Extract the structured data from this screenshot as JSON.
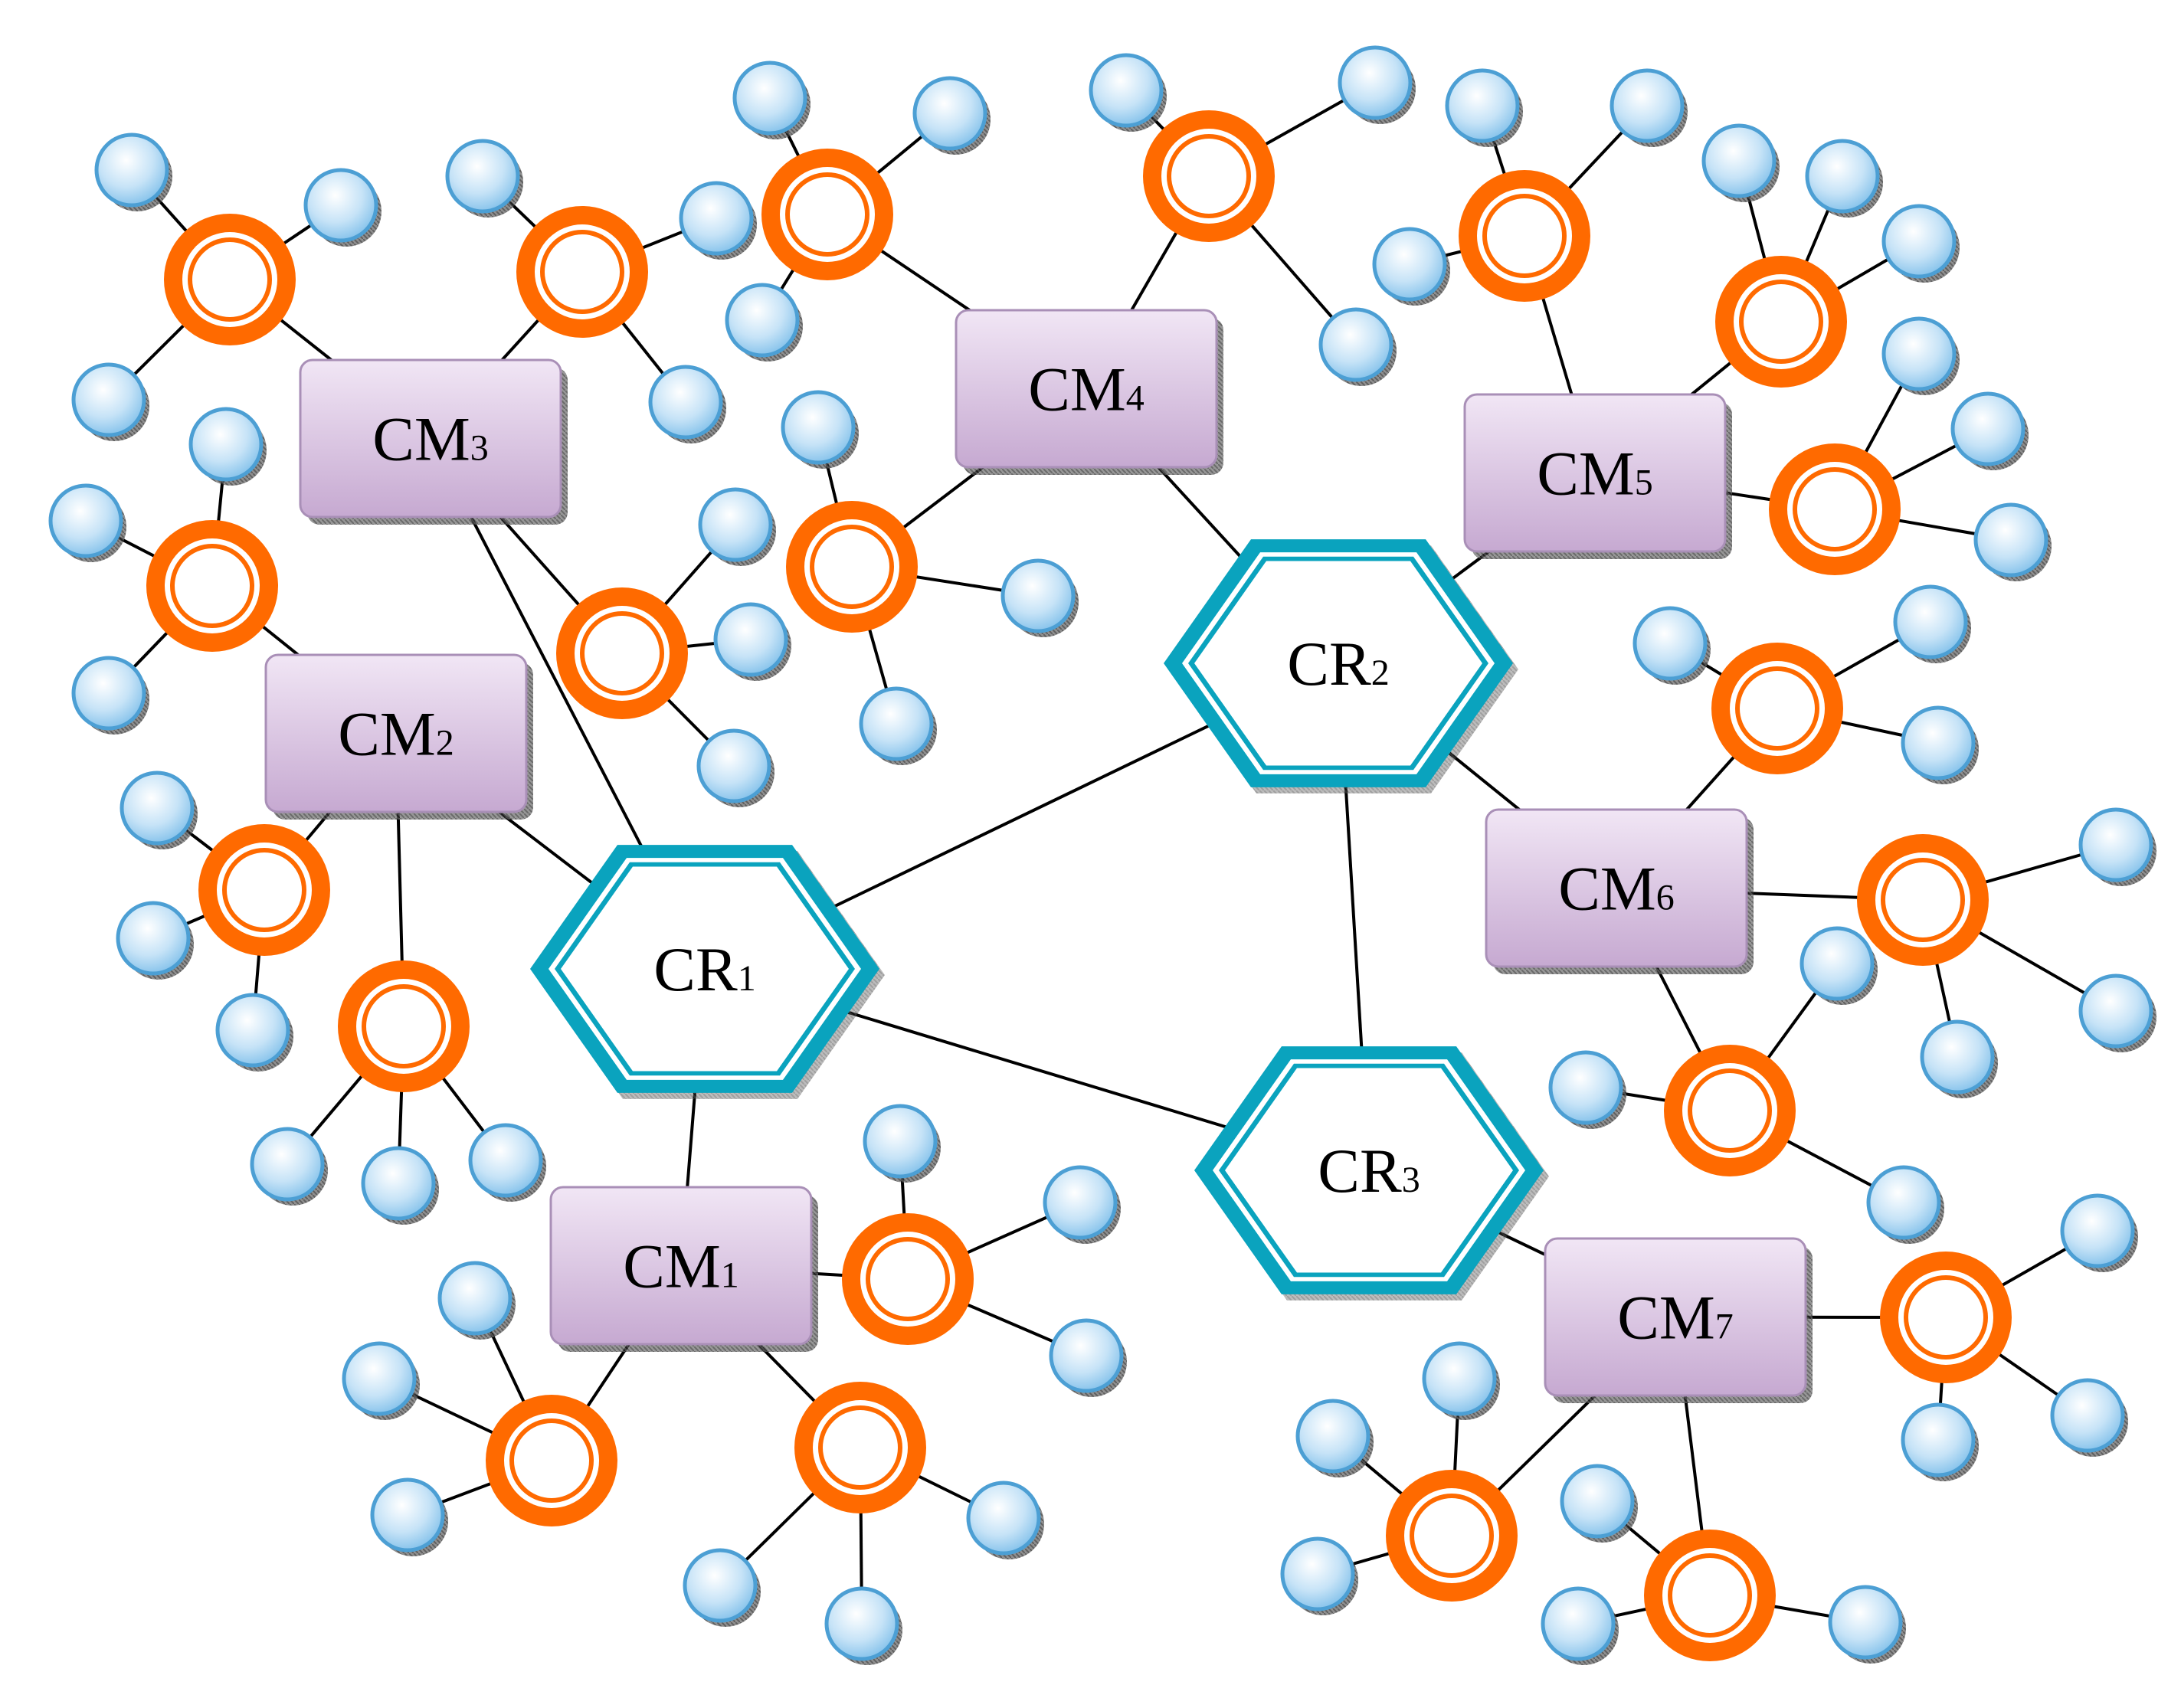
{
  "colors": {
    "router": "#0aa3be",
    "manager_fill_top": "#efe2f3",
    "manager_fill_bottom": "#c7abd2",
    "manager_border": "#a98fb7",
    "cluster_head": "#ff6a00",
    "device_fill": "#a9d5f2",
    "device_border": "#4c9fd4",
    "link": "#000000"
  },
  "icons": {
    "router": "hexagon-icon",
    "manager": "rounded-box-icon",
    "cluster_head": "ring-icon",
    "device": "sphere-icon"
  },
  "routers": [
    {
      "id": "CR1",
      "label": "CR",
      "sub": "1"
    },
    {
      "id": "CR2",
      "label": "CR",
      "sub": "2"
    },
    {
      "id": "CR3",
      "label": "CR",
      "sub": "3"
    }
  ],
  "managers": [
    {
      "id": "CM1",
      "label": "CM",
      "sub": "1",
      "router": "CR1"
    },
    {
      "id": "CM2",
      "label": "CM",
      "sub": "2",
      "router": "CR1"
    },
    {
      "id": "CM3",
      "label": "CM",
      "sub": "3",
      "router": "CR1"
    },
    {
      "id": "CM4",
      "label": "CM",
      "sub": "4",
      "router": "CR2"
    },
    {
      "id": "CM5",
      "label": "CM",
      "sub": "5",
      "router": "CR2"
    },
    {
      "id": "CM6",
      "label": "CM",
      "sub": "6",
      "router": "CR2"
    },
    {
      "id": "CM7",
      "label": "CM",
      "sub": "7",
      "router": "CR3"
    }
  ],
  "router_links": [
    [
      "CR1",
      "CR2"
    ],
    [
      "CR2",
      "CR3"
    ],
    [
      "CR1",
      "CR3"
    ]
  ]
}
